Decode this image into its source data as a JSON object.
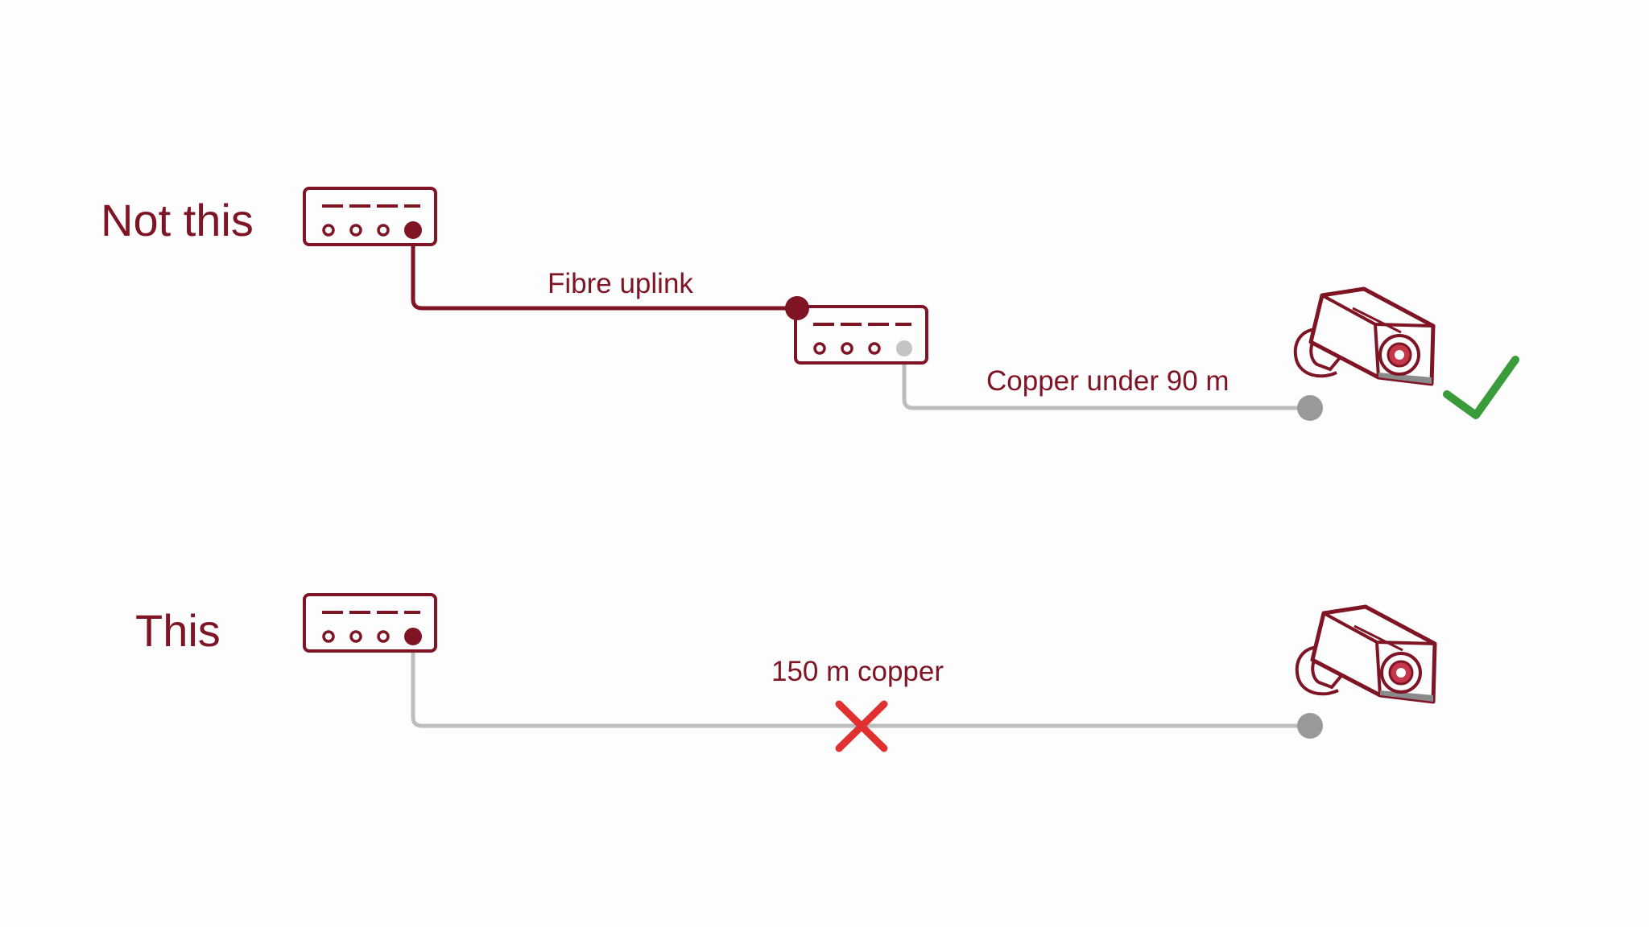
{
  "colors": {
    "brand": "#7e1424",
    "copper": "#bdbdbd",
    "copper_end": "#999999",
    "check": "#3a9b3a",
    "cross": "#e03030",
    "background": "#fdfdfd"
  },
  "rows": [
    {
      "label": "Not this",
      "cables": [
        {
          "label": "Fibre uplink",
          "type": "fibre"
        },
        {
          "label": "Copper under 90 m",
          "type": "copper"
        }
      ],
      "devices": [
        "switch",
        "switch",
        "camera"
      ],
      "verdict_icon": "check-icon"
    },
    {
      "label": "This",
      "cables": [
        {
          "label": "150 m copper",
          "type": "copper"
        }
      ],
      "devices": [
        "switch",
        "camera"
      ],
      "verdict_icon": "cross-icon"
    }
  ]
}
